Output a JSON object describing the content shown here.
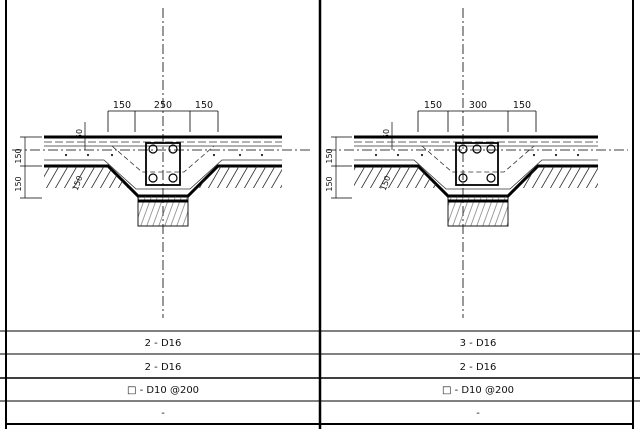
{
  "panels": [
    {
      "dims_top": [
        "150",
        "250",
        "150"
      ],
      "dim_slab": "50",
      "dim_left_upper": "150",
      "dim_left_lower": "150",
      "dim_haunch": "150",
      "rows": [
        "2 - D16",
        "2 - D16",
        "□ - D10 @200",
        "-"
      ]
    },
    {
      "dims_top": [
        "150",
        "300",
        "150"
      ],
      "dim_slab": "50",
      "dim_left_upper": "150",
      "dim_left_lower": "150",
      "dim_haunch": "150",
      "rows": [
        "3 - D16",
        "2 - D16",
        "□ - D10 @200",
        "-"
      ]
    }
  ]
}
